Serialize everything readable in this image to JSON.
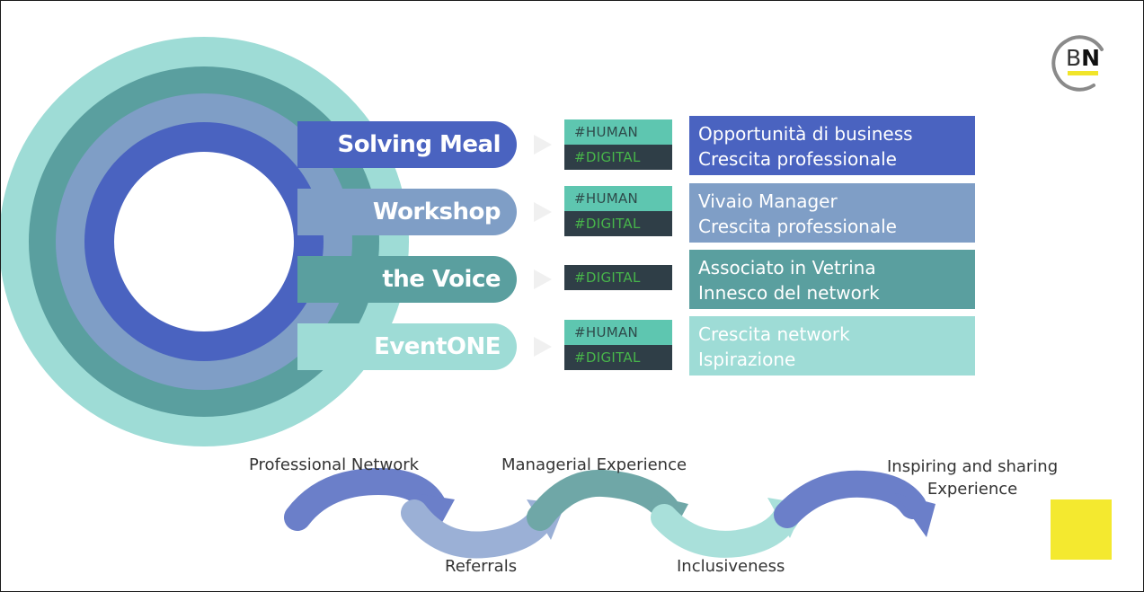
{
  "logo": {
    "letter_b": "B",
    "letter_n": "N",
    "accent": "#f1e52a"
  },
  "colors": {
    "ring_outer": "#9edcd6",
    "ring_2": "#5a9f9f",
    "ring_3": "#7f9ec6",
    "ring_inner": "#4a63c0",
    "human_tag": "#5ec6b0",
    "digital_tag": "#2f3e47",
    "digital_text": "#47b54a"
  },
  "rows": [
    {
      "name": "Solving Meal",
      "color": "#4a63c0",
      "tags": [
        "#HUMAN",
        "#DIGITAL"
      ],
      "line1": "Opportunità di business",
      "line2": "Crescita professionale",
      "text_color": "#ffffff"
    },
    {
      "name": "Workshop",
      "color": "#7f9ec6",
      "tags": [
        "#HUMAN",
        "#DIGITAL"
      ],
      "line1": "Vivaio Manager",
      "line2": "Crescita professionale",
      "text_color": "#ffffff"
    },
    {
      "name": "the Voice",
      "color": "#5a9f9f",
      "tags": [
        "#DIGITAL"
      ],
      "line1": "Associato in Vetrina",
      "line2": "Innesco del network",
      "text_color": "#ffffff"
    },
    {
      "name": "EventONE",
      "color": "#9edcd6",
      "tags": [
        "#HUMAN",
        "#DIGITAL"
      ],
      "line1": "Crescita network",
      "line2": "Ispirazione",
      "text_color": "#ffffff"
    }
  ],
  "flow": {
    "labels_top": [
      "Professional Network",
      "Managerial Experience",
      "Inspiring and sharing Experience"
    ],
    "labels_bottom": [
      "Referrals",
      "Inclusiveness"
    ],
    "inspiring_line1": "Inspiring and sharing",
    "inspiring_line2": "Experience"
  }
}
